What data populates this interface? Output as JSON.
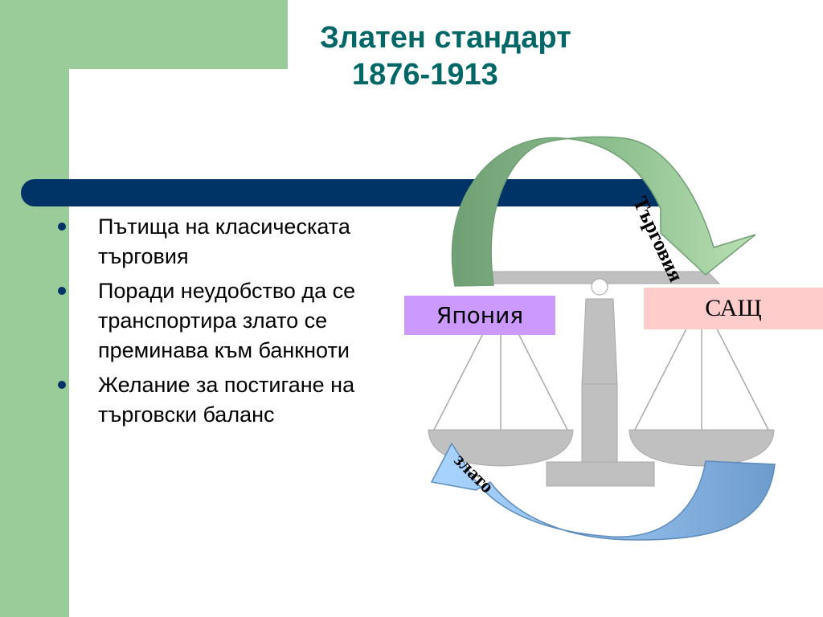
{
  "slide": {
    "title_line1": "Златен стандарт",
    "title_line2": "1876-1913",
    "bullets": [
      "Пътища на класическата търговия",
      "Поради неудобство да се транспортира злато се преминава към банкноти",
      "Желание за постигане на търговски баланс"
    ]
  },
  "diagram": {
    "country_left": "Япония",
    "country_right": "САЩ",
    "arrow_top_label": "Търговия",
    "arrow_bottom_label": "злато",
    "colors": {
      "left_country_box": "#cc99ff",
      "right_country_box": "#ffcccc",
      "trade_arrow": "#8fc08f",
      "gold_arrow": "#99ccff",
      "scale": "#c0c0c0"
    }
  }
}
